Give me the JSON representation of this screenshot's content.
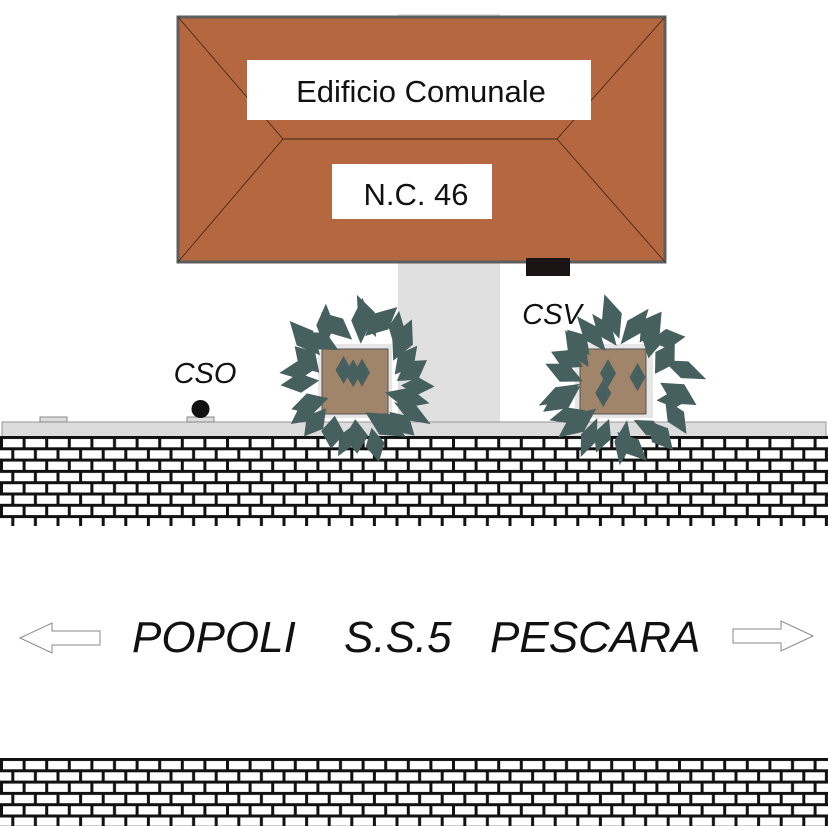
{
  "building": {
    "name": "Edificio Comunale",
    "number": "N.C. 46"
  },
  "labels": {
    "cso": "CSO",
    "csv": "CSV"
  },
  "road": {
    "left_destination": "POPOLI",
    "road_name": "S.S.5",
    "right_destination": "PESCARA"
  },
  "colors": {
    "roof": "#b5673f",
    "roof_border": "#5e5e5e",
    "driveway": "#e0e0e0",
    "sidewalk": "#dcdcdc",
    "foliage": "#46605f",
    "planter": "#a0856a"
  }
}
